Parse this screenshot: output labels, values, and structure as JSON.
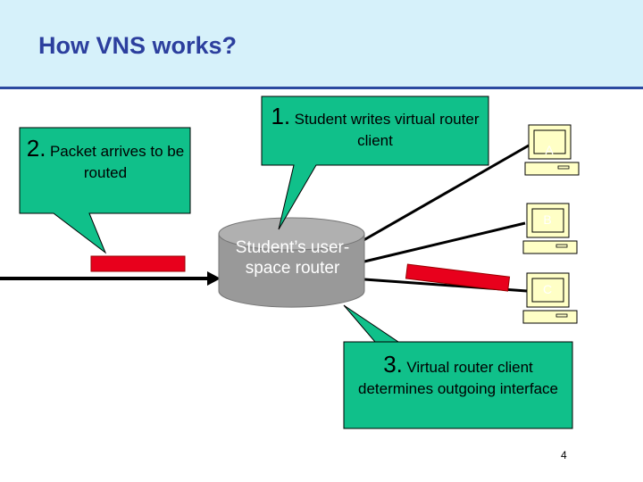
{
  "slide": {
    "title": "How VNS works?",
    "page_number": "4"
  },
  "callouts": [
    {
      "number": "1.",
      "text": "Student writes virtual router client"
    },
    {
      "number": "2.",
      "text": "Packet arrives to be routed"
    },
    {
      "number": "3.",
      "text": "Virtual router client determines outgoing interface"
    }
  ],
  "router": {
    "label": "Student’s user-space router"
  },
  "hosts": [
    {
      "label": "A"
    },
    {
      "label": "B"
    },
    {
      "label": "C"
    }
  ],
  "colors": {
    "callout_fill": "#10c08a",
    "router_fill": "#999999",
    "packet_fill": "#e8001c",
    "host_fill": "#ffffc6",
    "title_color": "#2c3f9e"
  }
}
